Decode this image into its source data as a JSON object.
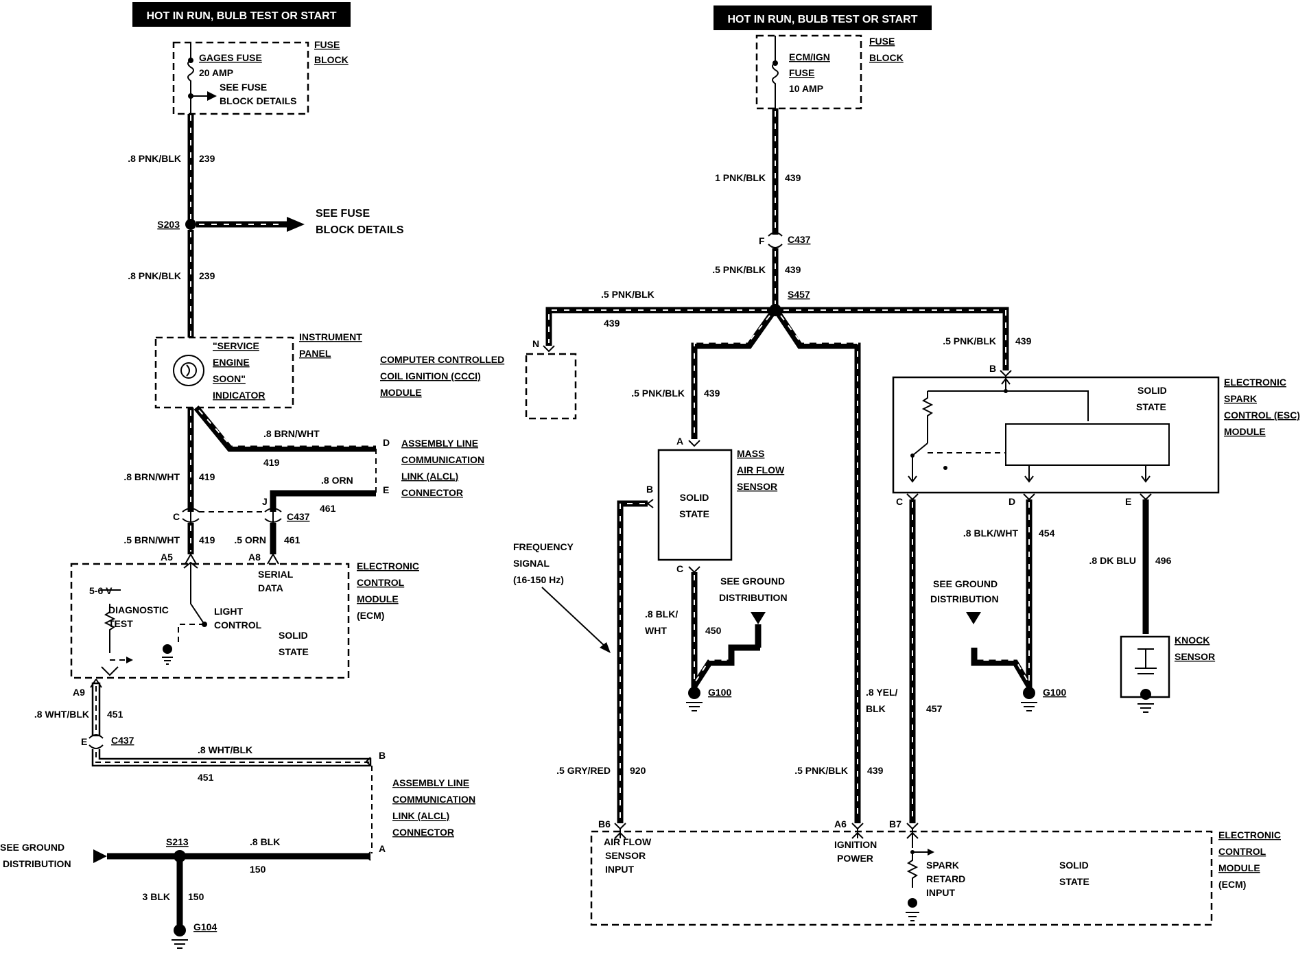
{
  "left": {
    "header": "HOT IN RUN, BULB TEST OR START",
    "fuse_name": "GAGES FUSE",
    "fuse_rating": "20 AMP",
    "see_fuse_block_details": [
      "SEE FUSE",
      "BLOCK DETAILS"
    ],
    "fuse_block_label": [
      "FUSE",
      "BLOCK"
    ],
    "wire_239_top": {
      "gauge": ".8 PNK/BLK",
      "circuit": "239"
    },
    "splice_s203": "S203",
    "see_fuse_block_details_2": [
      "SEE FUSE",
      "BLOCK DETAILS"
    ],
    "wire_239_bottom": {
      "gauge": ".8 PNK/BLK",
      "circuit": "239"
    },
    "indicator_label": [
      "\"SERVICE",
      "ENGINE",
      "SOON\"",
      "INDICATOR"
    ],
    "instrument_panel": [
      "INSTRUMENT",
      "PANEL"
    ],
    "wire_brn_wht_branch": {
      "gauge": ".8 BRN/WHT",
      "circuit": "419"
    },
    "wire_brn_wht_main": {
      "gauge": ".8 BRN/WHT",
      "circuit": "419"
    },
    "wire_orn": {
      "gauge": ".8 ORN",
      "circuit": "461"
    },
    "alcl_connector_1": [
      "ASSEMBLY LINE",
      "COMMUNICATION",
      "LINK (ALCL)",
      "CONNECTOR"
    ],
    "alcl_pin_d": "D",
    "alcl_pin_e": "E",
    "pin_c": "C",
    "pin_j": "J",
    "connector_c437": "C437",
    "wire_brn_wht_ecm": {
      "gauge": ".5 BRN/WHT",
      "circuit": "419"
    },
    "wire_orn_ecm": {
      "gauge": ".5 ORN",
      "circuit": "461"
    },
    "pin_a5": "A5",
    "pin_a8": "A8",
    "serial_data": [
      "SERIAL",
      "DATA"
    ],
    "voltage": "5-6 V",
    "diagnostic_test": [
      "DIAGNOSTIC",
      "TEST"
    ],
    "light_control": [
      "LIGHT",
      "CONTROL"
    ],
    "solid_state": [
      "SOLID",
      "STATE"
    ],
    "ecm_label": [
      "ELECTRONIC",
      "CONTROL",
      "MODULE",
      "(ECM)"
    ],
    "pin_a9": "A9",
    "wire_wht_blk_vert": {
      "gauge": ".8 WHT/BLK",
      "circuit": "451"
    },
    "pin_e": "E",
    "connector_c437_2": "C437",
    "wire_wht_blk_horiz": {
      "gauge": ".8 WHT/BLK",
      "circuit": "451"
    },
    "alcl_pin_b": "B",
    "alcl_connector_2": [
      "ASSEMBLY LINE",
      "COMMUNICATION",
      "LINK (ALCL)",
      "CONNECTOR"
    ],
    "see_ground_distribution": [
      "SEE GROUND",
      "DISTRIBUTION"
    ],
    "splice_s213": "S213",
    "wire_blk_horiz": {
      "gauge": ".8 BLK",
      "circuit": "150"
    },
    "alcl_pin_a": "A",
    "wire_blk_vert": {
      "gauge": "3 BLK",
      "circuit": "150"
    },
    "ground_g104": "G104"
  },
  "right": {
    "header": "HOT IN RUN, BULB TEST OR START",
    "fuse_name": [
      "ECM/IGN",
      "FUSE"
    ],
    "fuse_rating": "10 AMP",
    "fuse_block_label": [
      "FUSE",
      "BLOCK"
    ],
    "wire_439_top": {
      "gauge": "1 PNK/BLK",
      "circuit": "439"
    },
    "pin_f": "F",
    "connector_c437": "C437",
    "wire_439_mid": {
      "gauge": ".5 PNK/BLK",
      "circuit": "439"
    },
    "splice_s457": "S457",
    "wire_439_left": {
      "gauge": ".5 PNK/BLK",
      "circuit": "439"
    },
    "pin_n": "N",
    "ccci_label": [
      "COMPUTER CONTROLLED",
      "COIL IGNITION (CCCI)",
      "MODULE"
    ],
    "wire_439_maf": {
      "gauge": ".5 PNK/BLK",
      "circuit": "439"
    },
    "maf_pin_a": "A",
    "maf_pin_b": "B",
    "maf_pin_c": "C",
    "maf_solid_state": [
      "SOLID",
      "STATE"
    ],
    "maf_label": [
      "MASS",
      "AIR FLOW",
      "SENSOR"
    ],
    "frequency_signal": [
      "FREQUENCY",
      "SIGNAL",
      "(16-150 Hz)"
    ],
    "wire_450": {
      "gauge": [
        ".8 BLK/",
        "WHT"
      ],
      "circuit": "450"
    },
    "see_ground_1": [
      "SEE GROUND",
      "DISTRIBUTION"
    ],
    "ground_g100_1": "G100",
    "wire_920": {
      "gauge": ".5 GRY/RED",
      "circuit": "920"
    },
    "wire_439_ecm": {
      "gauge": ".5 PNK/BLK",
      "circuit": "439"
    },
    "wire_439_esc": {
      "gauge": ".5 PNK/BLK",
      "circuit": "439"
    },
    "esc_pin_b": "B",
    "esc_solid_state": [
      "SOLID",
      "STATE"
    ],
    "esc_label": [
      "ELECTRONIC",
      "SPARK",
      "CONTROL (ESC)",
      "MODULE"
    ],
    "esc_pin_c": "C",
    "esc_pin_d": "D",
    "esc_pin_e": "E",
    "wire_454": {
      "gauge": ".8 BLK/WHT",
      "circuit": "454"
    },
    "wire_496": {
      "gauge": ".8 DK BLU",
      "circuit": "496"
    },
    "see_ground_2": [
      "SEE GROUND",
      "DISTRIBUTION"
    ],
    "ground_g100_2": "G100",
    "knock_sensor": [
      "KNOCK",
      "SENSOR"
    ],
    "wire_457": {
      "gauge": [
        ".8 YEL/",
        "BLK"
      ],
      "circuit": "457"
    },
    "ecm_pin_b6": "B6",
    "ecm_pin_a6": "A6",
    "ecm_pin_b7": "B7",
    "air_flow_sensor_input": [
      "AIR FLOW",
      "SENSOR",
      "INPUT"
    ],
    "ignition_power": [
      "IGNITION",
      "POWER"
    ],
    "spark_retard_input": [
      "SPARK",
      "RETARD",
      "INPUT"
    ],
    "ecm_solid_state": [
      "SOLID",
      "STATE"
    ],
    "ecm_label": [
      "ELECTRONIC",
      "CONTROL",
      "MODULE",
      "(ECM)"
    ]
  }
}
